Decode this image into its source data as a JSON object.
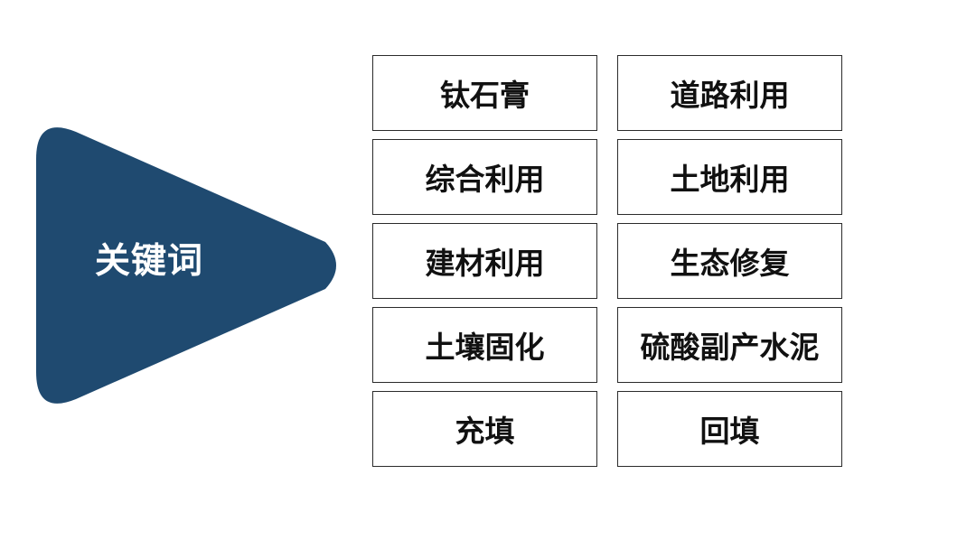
{
  "colors": {
    "triangle_fill": "#1f4a70",
    "label_text": "#ffffff",
    "cell_border": "#2b2b2b",
    "cell_text": "#111111",
    "background": "#ffffff"
  },
  "triangle": {
    "label": "关键词"
  },
  "keywords": {
    "left": [
      "钛石膏",
      "综合利用",
      "建材利用",
      "土壤固化",
      "充填"
    ],
    "right": [
      "道路利用",
      "土地利用",
      "生态修复",
      "硫酸副产水泥",
      "回填"
    ]
  }
}
